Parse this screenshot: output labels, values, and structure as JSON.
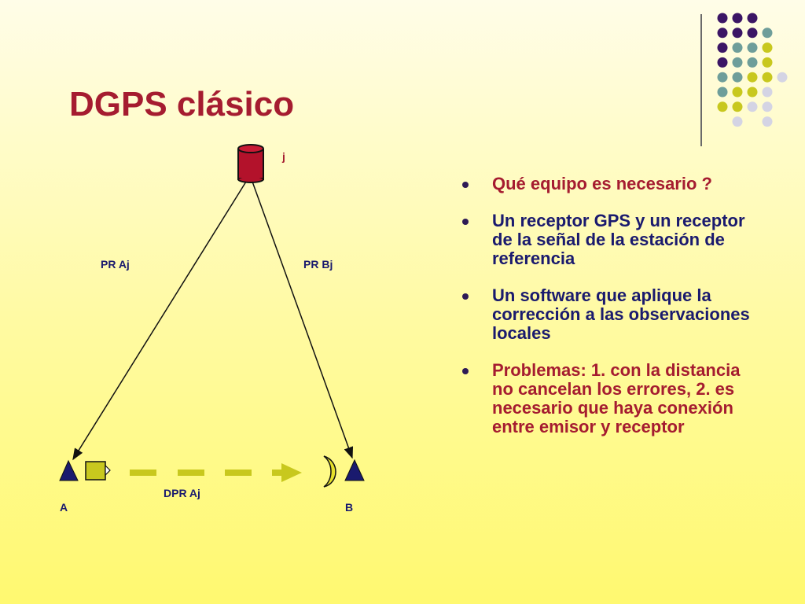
{
  "slide": {
    "title": "DGPS clásico"
  },
  "diagram": {
    "label_j": "j",
    "label_pr_aj": "PR Aj",
    "label_pr_bj": "PR Bj",
    "label_dpr_aj": "DPR Aj",
    "label_a": "A",
    "label_b": "B"
  },
  "bullets": [
    {
      "text": "Qué equipo es necesario ?",
      "color": "#a51c30"
    },
    {
      "text": "Un receptor GPS y un receptor de la señal de la estación de referencia",
      "color": "#1a1a6e"
    },
    {
      "text": "Un software que aplique la corrección a las observaciones locales",
      "color": "#1a1a6e"
    },
    {
      "text": "Problemas: 1. con la distancia no cancelan los errores, 2. es necesario que haya conexión entre emisor y receptor",
      "color": "#a51c30"
    }
  ],
  "colors": {
    "title": "#a51c30",
    "dark_purple": "#3b1565",
    "teal": "#6e9e9a",
    "olive": "#c8c81e",
    "light_lavender": "#d4d4e4",
    "navy": "#1a1a6e"
  }
}
